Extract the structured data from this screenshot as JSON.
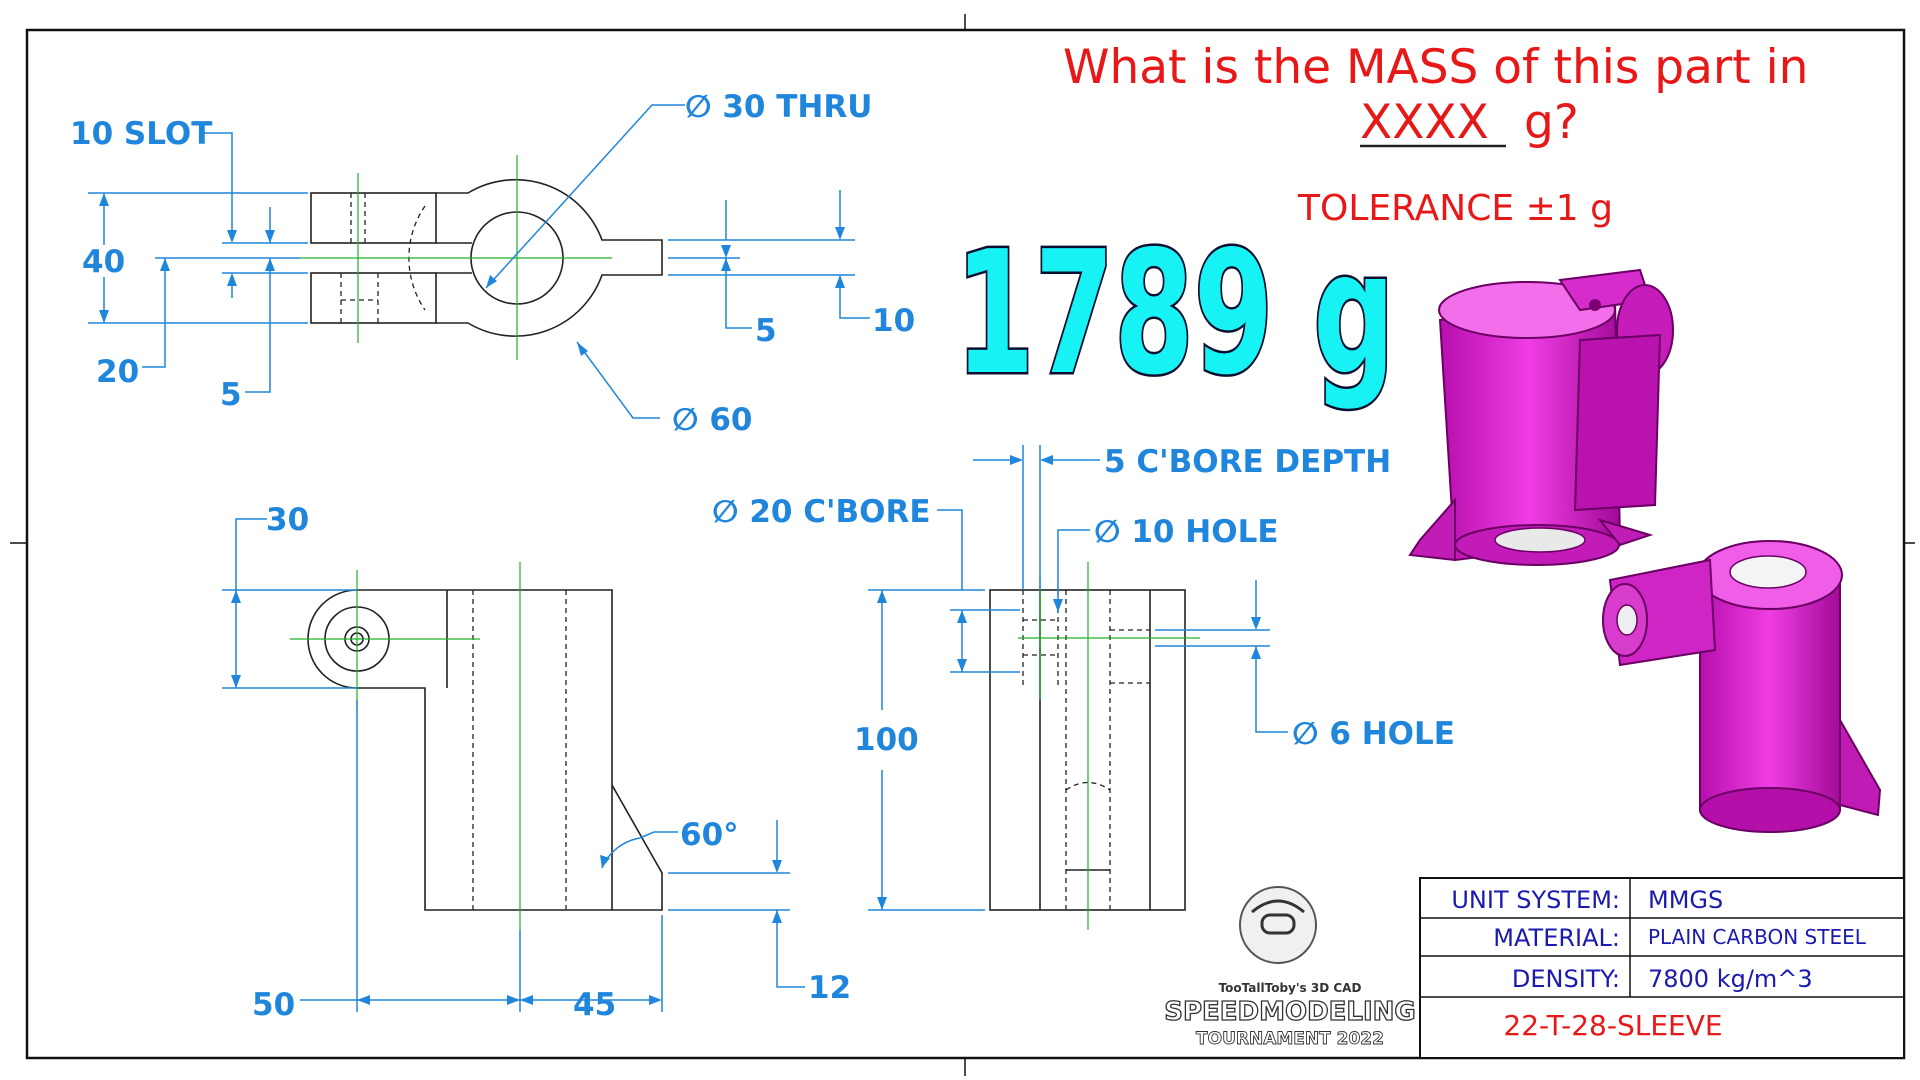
{
  "question": {
    "line1": "What is the MASS of this part in",
    "underlined": "XXXX",
    "unit": "g?",
    "tolerance": "TOLERANCE ±1 g"
  },
  "answer": "1789 g",
  "dimensions": {
    "slot": "10 SLOT",
    "thru": "∅ 30 THRU",
    "d40": "40",
    "d20": "20",
    "d5a": "5",
    "d5b": "5",
    "d10": "10",
    "dia60": "∅ 60",
    "cbore_depth": "5 C'BORE DEPTH",
    "cbore": "∅ 20 C'BORE",
    "hole10": "∅ 10 HOLE",
    "hole6": "∅ 6 HOLE",
    "d30": "30",
    "d100": "100",
    "angle": "60°",
    "d12": "12",
    "d50": "50",
    "d45": "45"
  },
  "title_block": {
    "unit_label": "UNIT SYSTEM:",
    "unit_value": "MMGS",
    "material_label": "MATERIAL:",
    "material_value": "PLAIN CARBON STEEL",
    "density_label": "DENSITY:",
    "density_value": "7800 kg/m^3",
    "part_number": "22-T-28-SLEEVE"
  },
  "logo": {
    "line1": "TooTallToby's 3D CAD",
    "line2": "SPEEDMODELING",
    "line3": "TOURNAMENT 2022"
  },
  "colors": {
    "dimension": "#1f86dc",
    "question": "#e81818",
    "answer_fill": "#17f2f5",
    "part": "#e61ed9",
    "title_block": "#1a1ab0"
  }
}
